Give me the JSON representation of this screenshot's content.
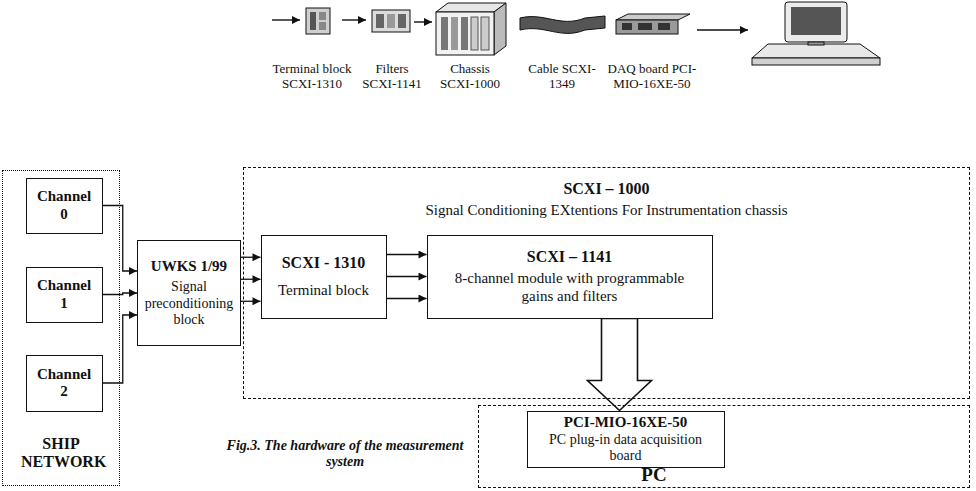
{
  "diagram": {
    "caption": "Fig.3. The hardware of the measurement system",
    "nodes": [
      {
        "text": [
          "SHIP NETWORK"
        ]
      },
      {
        "text": [
          "Channel 0"
        ],
        "in": 0
      },
      {
        "text": [
          "Channel 1"
        ],
        "in": 0
      },
      {
        "text": [
          "Channel 2"
        ],
        "in": 0
      },
      {
        "text": [
          "UWKS 1/99",
          "Signal preconditioning block"
        ]
      },
      {
        "text": [
          "SCXI – 1000",
          "Signal Conditioning EXtentions For Instrumentation chassis"
        ]
      },
      {
        "text": [
          "SCXI - 1310",
          "Terminal block"
        ],
        "in": 5
      },
      {
        "text": [
          "SCXI – 1141",
          "8-channel module with programmable gains and filters"
        ],
        "in": 5
      },
      {
        "text": [
          "PC"
        ]
      },
      {
        "text": [
          "PCI-MIO-16XE-50",
          "PC plug-in data acquisition board"
        ],
        "in": 8
      }
    ],
    "edges": [
      {
        "from": 1,
        "to": 4,
        "arrow": "to"
      },
      {
        "from": 2,
        "to": 4,
        "arrow": "to"
      },
      {
        "from": 3,
        "to": 4,
        "arrow": "to"
      },
      {
        "from": 4,
        "to": 6,
        "arrow": "to"
      },
      {
        "from": 4,
        "to": 6,
        "arrow": "to"
      },
      {
        "from": 4,
        "to": 6,
        "arrow": "to"
      },
      {
        "from": 6,
        "to": 7,
        "arrow": "to"
      },
      {
        "from": 6,
        "to": 7,
        "arrow": "to"
      },
      {
        "from": 6,
        "to": 7,
        "arrow": "to"
      },
      {
        "from": 7,
        "to": 9,
        "arrow": "to"
      }
    ],
    "labels": [
      "Terminal block SCXI-1310",
      "Filters SCXI-1141",
      "Chassis SCXI-1000",
      "Cable SCXI-1349",
      "DAQ board PCI-MIO-16XE-50"
    ]
  }
}
